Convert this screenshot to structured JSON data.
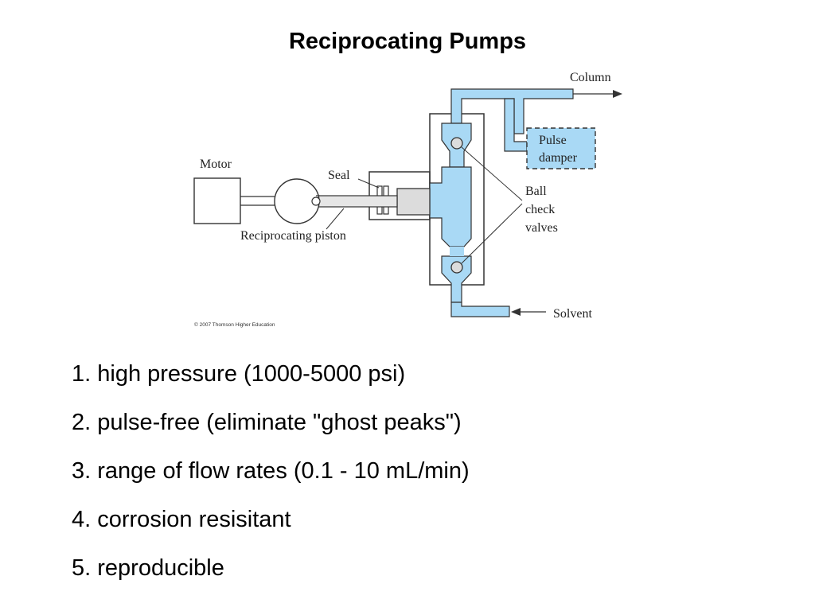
{
  "slide": {
    "title": "Reciprocating Pumps"
  },
  "diagram": {
    "labels": {
      "column": "Column",
      "pulse_damper_line1": "Pulse",
      "pulse_damper_line2": "damper",
      "motor": "Motor",
      "seal": "Seal",
      "ball_line1": "Ball",
      "ball_line2": "check",
      "ball_line3": "valves",
      "reciprocating_piston": "Reciprocating piston",
      "solvent": "Solvent",
      "copyright": "© 2007 Thomson Higher Education"
    },
    "colors": {
      "fluid": "#a9d9f5",
      "piston_head": "#dcdcdc",
      "line": "#333333"
    }
  },
  "requirements": [
    "1. high pressure (1000-5000 psi)",
    "2. pulse-free (eliminate \"ghost peaks\")",
    "3. range of flow rates (0.1 - 10 mL/min)",
    "4. corrosion resisitant",
    "5. reproducible"
  ]
}
